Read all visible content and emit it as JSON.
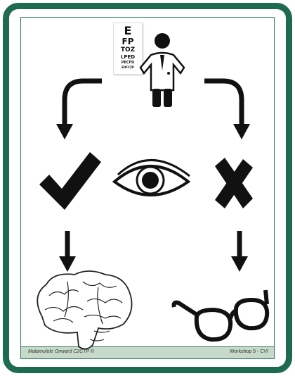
{
  "eye_chart": {
    "lines": [
      "E",
      "FP",
      "TOZ",
      "LPED",
      "PECFD",
      "EDFCZP"
    ]
  },
  "footer": {
    "left_text": "Malamulele Onward C2CTP ®",
    "right_text": "Workshop 5 - CVI"
  },
  "colors": {
    "frame": "#1f6b52",
    "footer_band": "#c7dac9",
    "ink": "#111111"
  },
  "icons": [
    "doctor-icon",
    "eye-chart-icon",
    "check-mark-icon",
    "eye-icon",
    "cross-mark-icon",
    "brain-icon",
    "glasses-icon"
  ]
}
